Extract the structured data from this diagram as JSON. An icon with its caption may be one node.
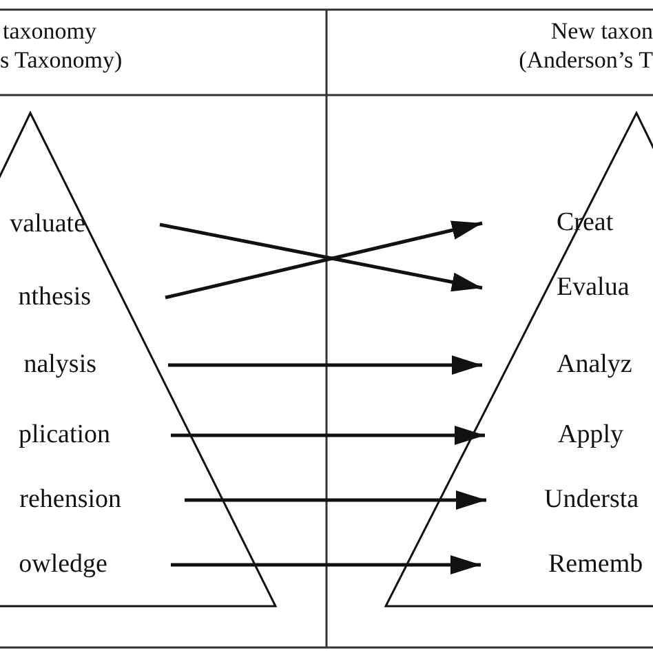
{
  "diagram": {
    "nodes": [
      {
        "text": [
          "valuate"
        ]
      },
      {
        "text": [
          "nthesis"
        ]
      },
      {
        "text": [
          "nalysis"
        ]
      },
      {
        "text": [
          "plication"
        ]
      },
      {
        "text": [
          "rehension"
        ]
      },
      {
        "text": [
          "owledge"
        ]
      },
      {
        "text": [
          "Creat"
        ]
      },
      {
        "text": [
          "Evalua"
        ]
      },
      {
        "text": [
          "Analyz"
        ]
      },
      {
        "text": [
          "Apply"
        ]
      },
      {
        "text": [
          "Understa"
        ]
      },
      {
        "text": [
          "Rememb"
        ]
      }
    ],
    "edges": [
      {
        "from": 0,
        "to": 7,
        "arrow": "to"
      },
      {
        "from": 1,
        "to": 6,
        "arrow": "to"
      },
      {
        "from": 2,
        "to": 8,
        "arrow": "to"
      },
      {
        "from": 3,
        "to": 9,
        "arrow": "to"
      },
      {
        "from": 4,
        "to": 10,
        "arrow": "to"
      },
      {
        "from": 5,
        "to": 11,
        "arrow": "to"
      }
    ],
    "labels": [
      "taxonomy",
      "s Taxonomy)",
      "New taxon",
      "(Anderson’s T"
    ]
  }
}
